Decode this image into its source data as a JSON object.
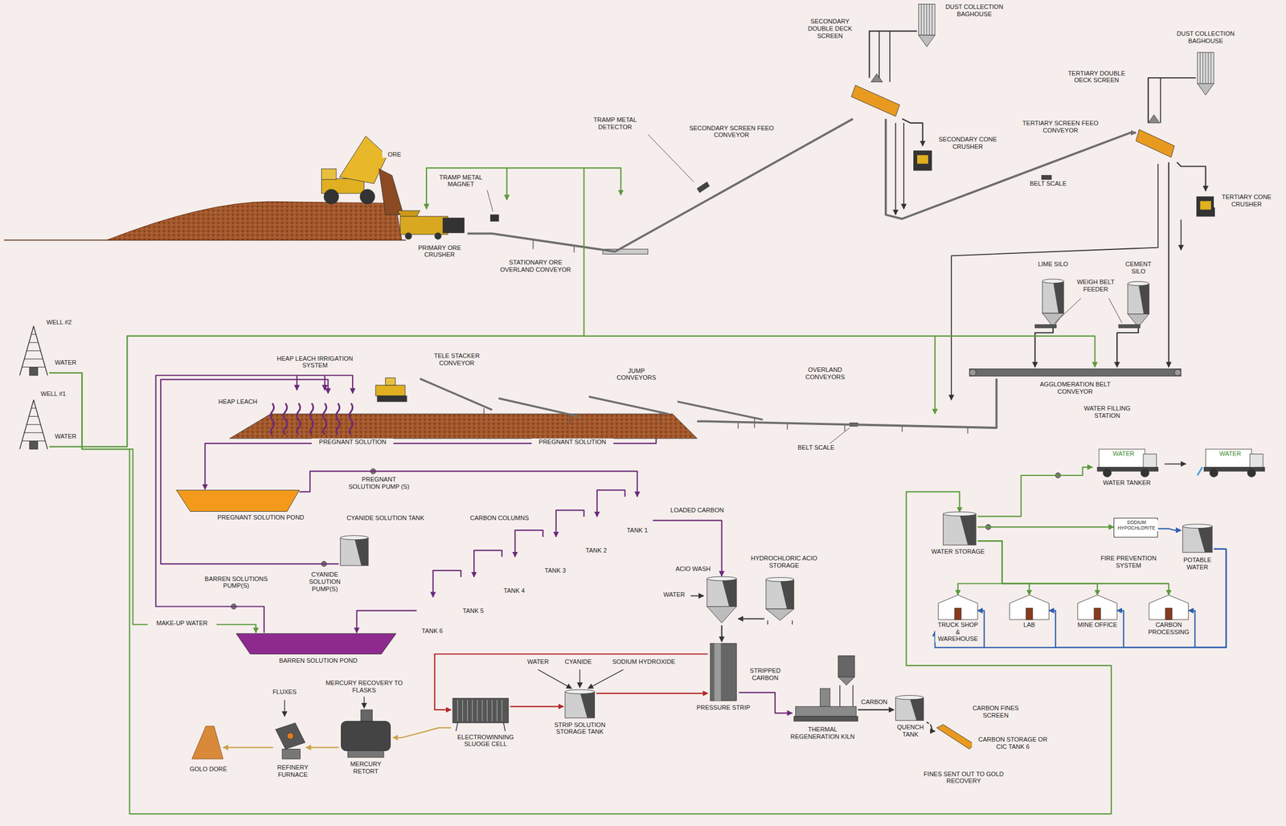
{
  "diagram": {
    "nodes": [
      {
        "text": [
          "PRIMARY ORE CRUSHER"
        ]
      },
      {
        "text": [
          "SECONDARY DOUBLE DECK SCREEN"
        ]
      },
      {
        "text": [
          "DUST COLLECTION BAGHOUSE"
        ]
      },
      {
        "text": [
          "SECONDARY CONE CRUSHER"
        ]
      },
      {
        "text": [
          "DUST COLLECTION BAGHOUSE"
        ]
      },
      {
        "text": [
          "TERTIARY DOUBLE OECK SCREEN"
        ]
      },
      {
        "text": [
          "TERTIARY CONE CRUSHER"
        ]
      },
      {
        "text": [
          "LIME SILO"
        ]
      },
      {
        "text": [
          "CEMENT SILO"
        ]
      },
      {
        "text": [
          "AGGLOMERATION BELT CONVEYOR"
        ]
      },
      {
        "text": [
          "WELL #2"
        ]
      },
      {
        "text": [
          "WELL #1"
        ]
      },
      {
        "text": [
          "HEAP LEACH"
        ]
      },
      {
        "text": [
          "PREGNANT SOLUTION POND"
        ]
      },
      {
        "text": [
          "CYANIDE SOLUTION TANK"
        ]
      },
      {
        "text": [
          "TANK 1"
        ]
      },
      {
        "text": [
          "TANK 2"
        ]
      },
      {
        "text": [
          "TANK 3"
        ]
      },
      {
        "text": [
          "TANK 4"
        ]
      },
      {
        "text": [
          "TANK 5"
        ]
      },
      {
        "text": [
          "TANK 6"
        ]
      },
      {
        "text": [
          "BARREN SOLUTION POND"
        ]
      },
      {
        "text": [
          "ACIO WASH"
        ]
      },
      {
        "text": [
          "HYDROCHLORIC ACIO STORAGE"
        ]
      },
      {
        "text": [
          "PRESSURE STRIP"
        ]
      },
      {
        "text": [
          "STRIP SOLUTION STORAGE TANK"
        ]
      },
      {
        "text": [
          "ELECTROWINNING SLUOGE CELL"
        ]
      },
      {
        "text": [
          "MERCURY RETORT"
        ]
      },
      {
        "text": [
          "REFINERY FURNACE"
        ]
      },
      {
        "text": [
          "GOLO DORÉ"
        ]
      },
      {
        "text": [
          "THERMAL REGENERATION KILN"
        ]
      },
      {
        "text": [
          "QUENCH TANK"
        ]
      },
      {
        "text": [
          "CARBON FINES SCREEN"
        ]
      },
      {
        "text": [
          "WATER TANKER"
        ]
      },
      {
        "text": [
          "WATER STORAGE"
        ]
      },
      {
        "text": [
          "SODIUM HYPOCHLORITE"
        ]
      },
      {
        "text": [
          "POTABLE WATER"
        ]
      },
      {
        "text": [
          "TRUCK SHOP & WAREHOUSE"
        ]
      },
      {
        "text": [
          "LAB"
        ]
      },
      {
        "text": [
          "MINE OFFICE"
        ]
      },
      {
        "text": [
          "CARBON PROCESSING"
        ]
      }
    ],
    "edges": [
      {
        "from": 0,
        "to": 1,
        "arrow": "none"
      },
      {
        "from": 1,
        "to": 3,
        "arrow": "to"
      },
      {
        "from": 1,
        "to": 2,
        "arrow": "none"
      },
      {
        "from": 1,
        "to": 5,
        "arrow": "to"
      },
      {
        "from": 5,
        "to": 4,
        "arrow": "none"
      },
      {
        "from": 5,
        "to": 6,
        "arrow": "to"
      },
      {
        "from": 5,
        "to": 9,
        "arrow": "to"
      },
      {
        "from": 7,
        "to": 9,
        "arrow": "to"
      },
      {
        "from": 8,
        "to": 9,
        "arrow": "to"
      },
      {
        "from": 9,
        "to": 12,
        "arrow": "none"
      },
      {
        "from": 12,
        "to": 13,
        "arrow": "to"
      },
      {
        "from": 13,
        "to": 15,
        "arrow": "to"
      },
      {
        "from": 15,
        "to": 16,
        "arrow": "to"
      },
      {
        "from": 16,
        "to": 17,
        "arrow": "to"
      },
      {
        "from": 17,
        "to": 18,
        "arrow": "to"
      },
      {
        "from": 18,
        "to": 19,
        "arrow": "to"
      },
      {
        "from": 19,
        "to": 20,
        "arrow": "to"
      },
      {
        "from": 20,
        "to": 21,
        "arrow": "to"
      },
      {
        "from": 21,
        "to": 12,
        "arrow": "to"
      },
      {
        "from": 14,
        "to": 12,
        "arrow": "to"
      },
      {
        "from": 15,
        "to": 22,
        "arrow": "to",
        "label": "LOADED CARBON"
      },
      {
        "from": 23,
        "to": 22,
        "arrow": "to"
      },
      {
        "from": 22,
        "to": 24,
        "arrow": "to"
      },
      {
        "from": 24,
        "to": 26,
        "arrow": "to"
      },
      {
        "from": 26,
        "to": 25,
        "arrow": "to"
      },
      {
        "from": 25,
        "to": 24,
        "arrow": "to"
      },
      {
        "from": 26,
        "to": 27,
        "arrow": "to"
      },
      {
        "from": 27,
        "to": 28,
        "arrow": "to"
      },
      {
        "from": 28,
        "to": 29,
        "arrow": "to"
      },
      {
        "from": 24,
        "to": 30,
        "arrow": "to",
        "label": "STRIPPED CARBON"
      },
      {
        "from": 30,
        "to": 31,
        "arrow": "to",
        "label": "CARBON"
      },
      {
        "from": 31,
        "to": 32,
        "arrow": "to"
      },
      {
        "from": 10,
        "to": 0,
        "arrow": "to"
      },
      {
        "from": 10,
        "to": 9,
        "arrow": "to"
      },
      {
        "from": 11,
        "to": 21,
        "arrow": "to",
        "label": "MAKE-UP WATER"
      },
      {
        "from": 11,
        "to": 34,
        "arrow": "to"
      },
      {
        "from": 34,
        "to": 33,
        "arrow": "to"
      },
      {
        "from": 34,
        "to": 35,
        "arrow": "to"
      },
      {
        "from": 35,
        "to": 36,
        "arrow": "to"
      },
      {
        "from": 34,
        "to": 37,
        "arrow": "to"
      },
      {
        "from": 34,
        "to": 38,
        "arrow": "to"
      },
      {
        "from": 34,
        "to": 39,
        "arrow": "to"
      },
      {
        "from": 34,
        "to": 40,
        "arrow": "to"
      },
      {
        "from": 36,
        "to": 37,
        "arrow": "to"
      },
      {
        "from": 36,
        "to": 38,
        "arrow": "to"
      },
      {
        "from": 36,
        "to": 39,
        "arrow": "to"
      },
      {
        "from": 36,
        "to": 40,
        "arrow": "to"
      }
    ],
    "labels": [
      "ORE",
      "TRAMP METAL MAGNET",
      "STATIONARY ORE OVERLAND CONVEYOR",
      "TRAMP METAL DETECTOR",
      "SECONDARY SCREEN FEEO CONVEYOR",
      "TERTIARY SCREEN FEEO CONVEYOR",
      "BELT SCALE",
      "WEIGH BELT FEEDER",
      "WATER",
      "WATER",
      "HEAP LEACH IRRIGATION SYSTEM",
      "TELE STACKER CONVEYOR",
      "JUMP CONVEYORS",
      "OVERLAND CONVEYORS",
      "BELT SCALE",
      "PREGNANT SOLUTION",
      "PREGNANT SOLUTION",
      "PREGNANT SOLUTION PUMP (S)",
      "CARBON COLUMNS",
      "BARREN SOLUTIONS PUMP(S)",
      "CYANIDE SOLUTION PUMP(S)",
      "WATER",
      "WATER",
      "CYANIDE",
      "SODIUM HYDROXIDE",
      "MERCURY RECOVERY TO FLASKS",
      "FLUXES",
      "CARBON STORAGE OR CIC TANK 6",
      "FINES SENT OUT TO GOLD RECOVERY",
      "WATER FILLING STATION",
      "WATER",
      "WATER",
      "FIRE PREVENTION SYSTEM"
    ]
  }
}
